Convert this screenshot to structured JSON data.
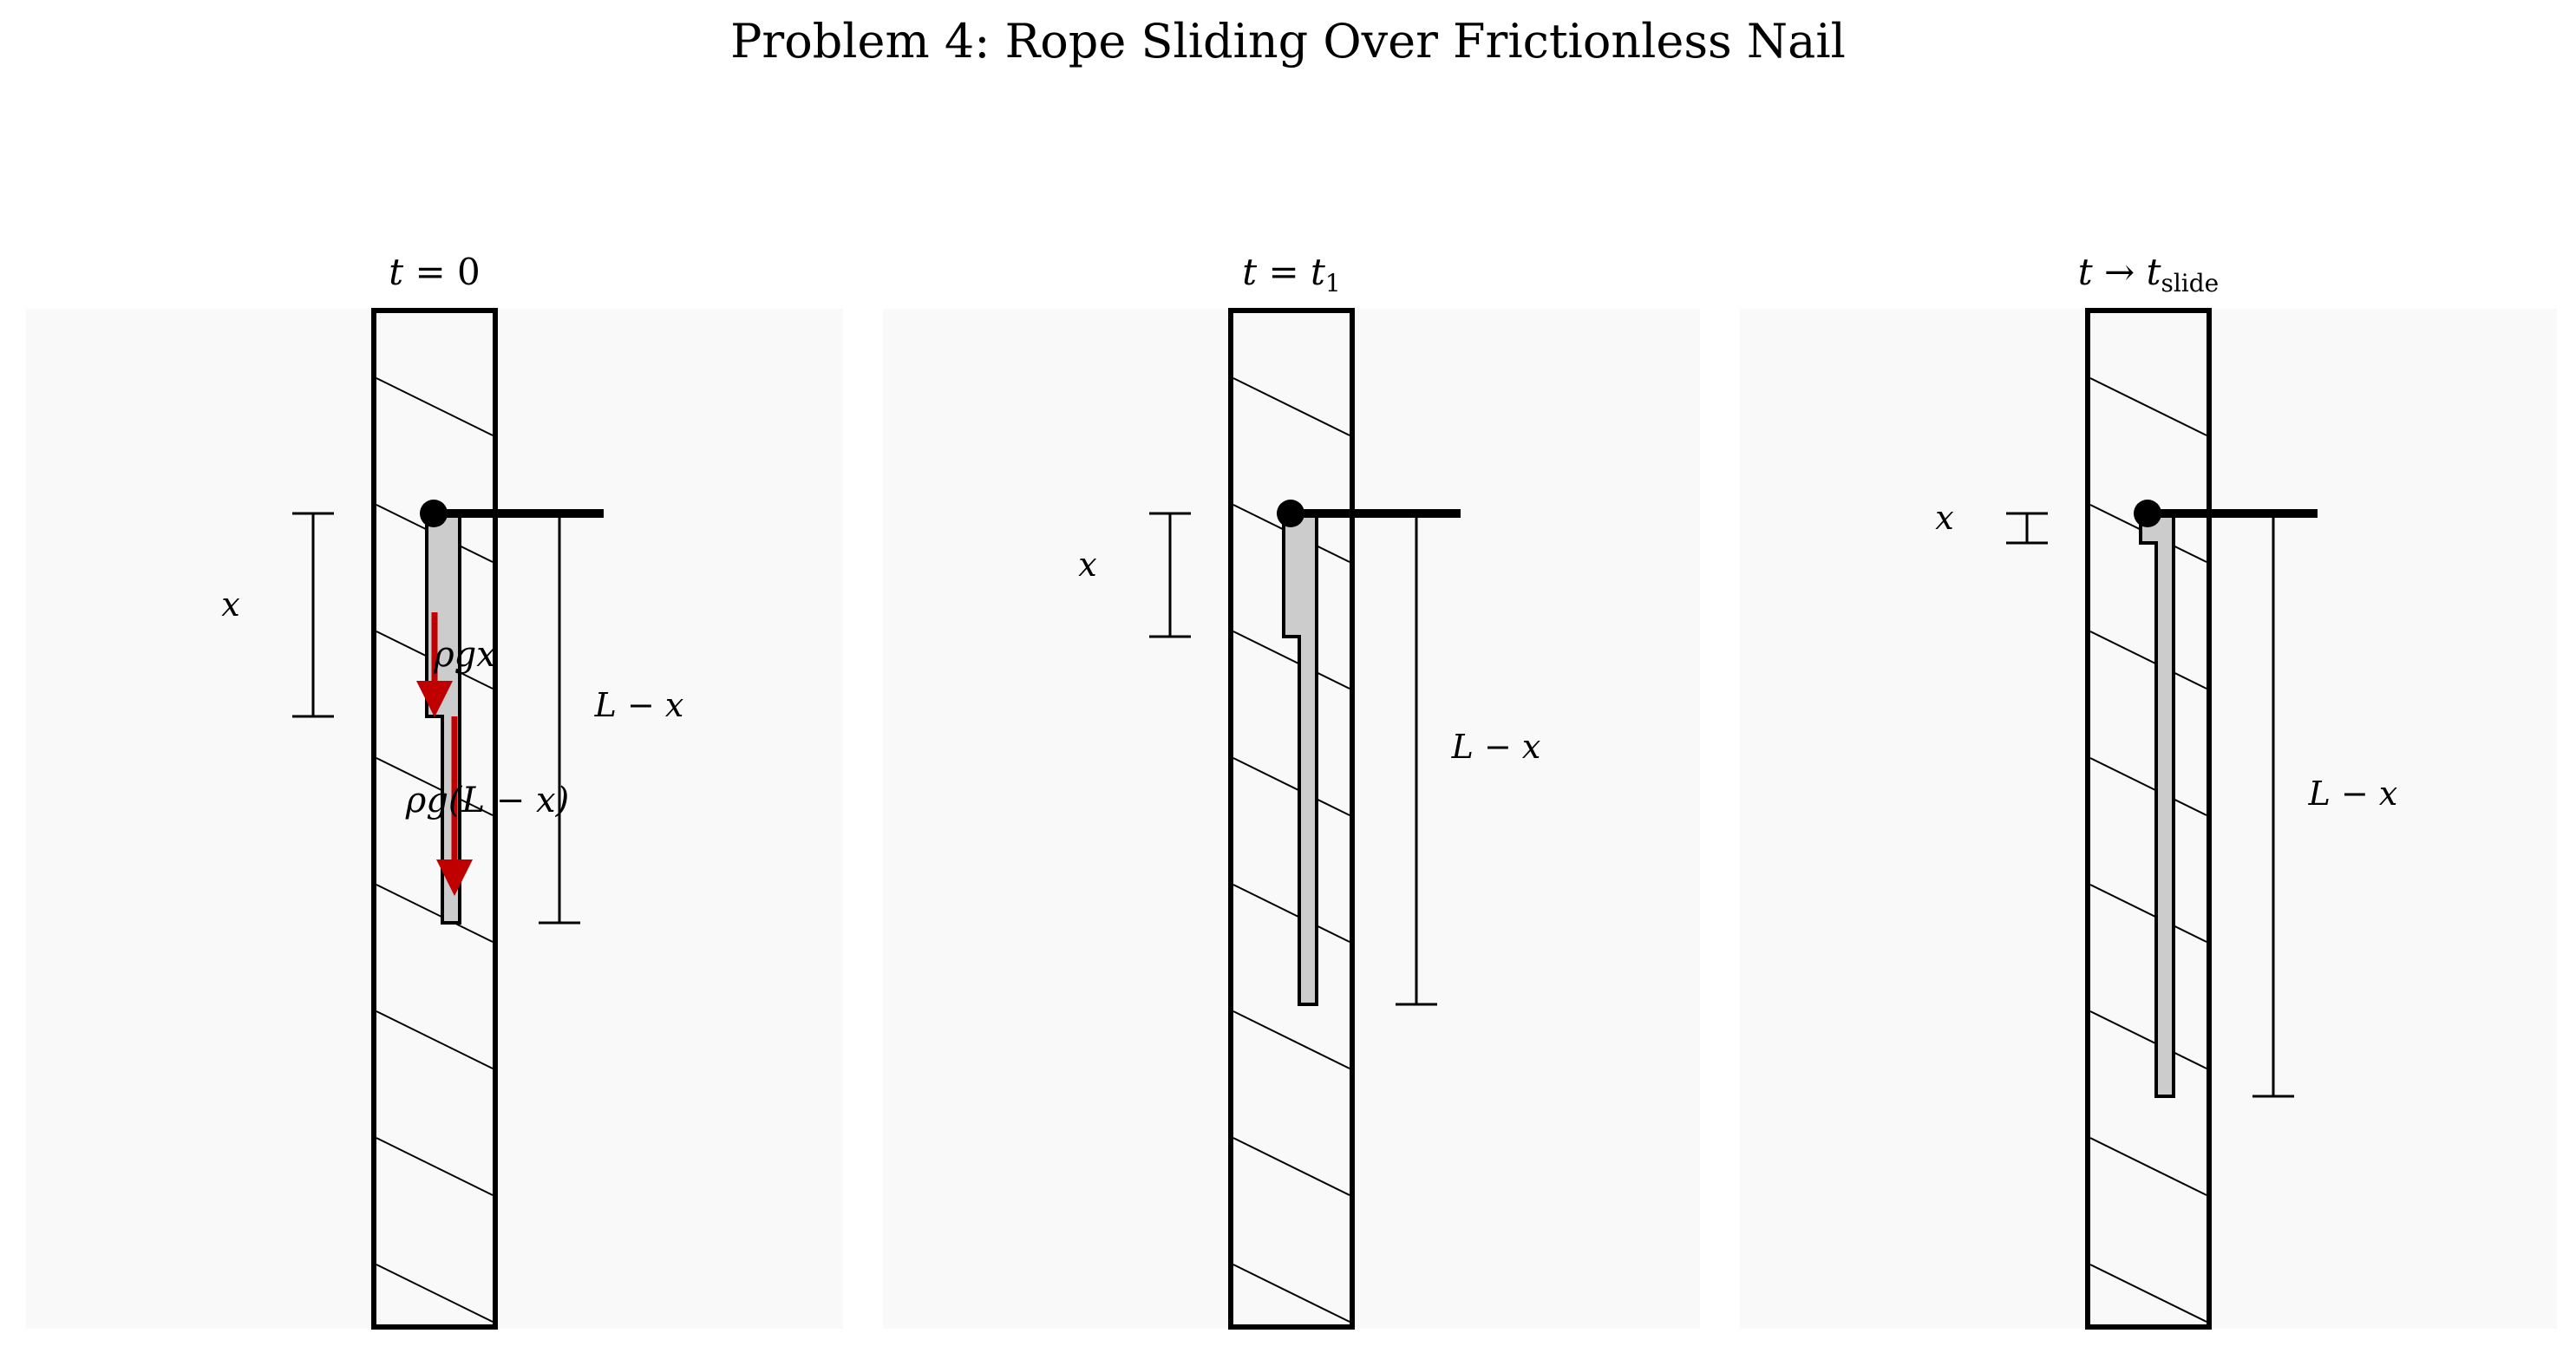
{
  "title": "Problem 4: Rope Sliding Over Frictionless Nail",
  "colors": {
    "panel_bg": "#f9f9f9",
    "wall_fill": "#f9f9f9",
    "rope_fill": "#cccccc",
    "force_arrow": "#c00000",
    "ink": "#000000"
  },
  "panels": [
    {
      "time_label": {
        "var": "t",
        "rel": " = ",
        "val": "0",
        "sub": ""
      },
      "x_label": "x",
      "lx_label": "L − x",
      "forces": [
        {
          "label": "ρgx"
        },
        {
          "label": "ρg(L − x)"
        }
      ]
    },
    {
      "time_label": {
        "var": "t",
        "rel": " = ",
        "val": "t",
        "sub": "1"
      },
      "x_label": "x",
      "lx_label": "L − x",
      "forces": []
    },
    {
      "time_label": {
        "var": "t",
        "rel": " → ",
        "val": "t",
        "sub": "slide"
      },
      "x_label": "x",
      "lx_label": "L − x",
      "forces": []
    }
  ]
}
